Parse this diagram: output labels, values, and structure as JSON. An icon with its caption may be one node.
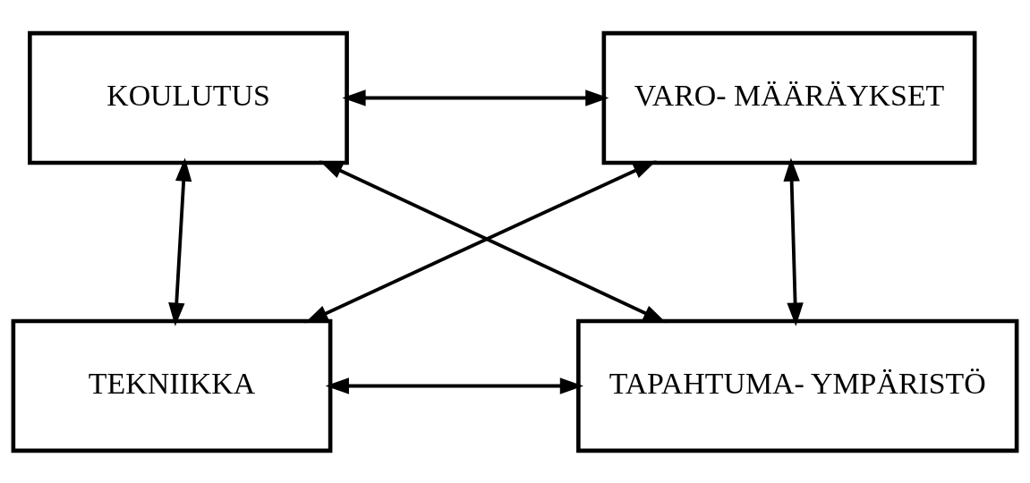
{
  "diagram": {
    "nodes": [
      {
        "text": [
          "KOULUTUS"
        ]
      },
      {
        "text": [
          "VARO- MÄÄRÄYKSET"
        ]
      },
      {
        "text": [
          "TEKNIIKKA"
        ]
      },
      {
        "text": [
          "TAPAHTUMA- YMPÄRISTÖ"
        ]
      }
    ],
    "edges": [
      {
        "from": 0,
        "to": 1,
        "arrow": "both"
      },
      {
        "from": 0,
        "to": 2,
        "arrow": "both"
      },
      {
        "from": 0,
        "to": 3,
        "arrow": "both"
      },
      {
        "from": 1,
        "to": 2,
        "arrow": "both"
      },
      {
        "from": 1,
        "to": 3,
        "arrow": "both"
      },
      {
        "from": 2,
        "to": 3,
        "arrow": "both"
      }
    ]
  }
}
